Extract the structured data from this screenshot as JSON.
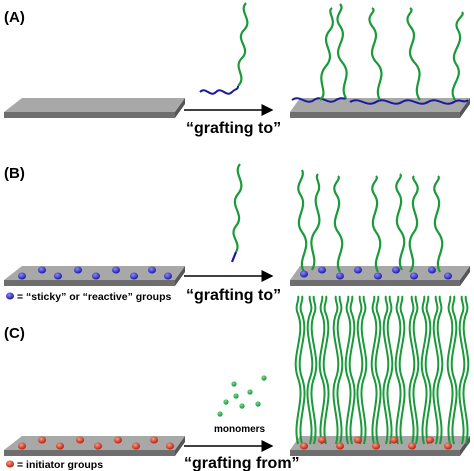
{
  "panels": {
    "a": {
      "label": "(A)",
      "method": "“grafting to”"
    },
    "b": {
      "label": "(B)",
      "method": "“grafting to”",
      "legend": "= “sticky” or “reactive” groups"
    },
    "c": {
      "label": "(C)",
      "method": "“grafting from”",
      "reagent": "monomers",
      "legend": "= initiator groups"
    }
  },
  "colors": {
    "substrate_top": "#a8a8a8",
    "substrate_front": "#6e6e6e",
    "substrate_edge": "#4a4a4a",
    "polymer_chain": "#1a9a3a",
    "anchor_segment": "#1a1a9a",
    "sticky_group": "#2a2ab8",
    "initiator_group": "#d03020",
    "monomer": "#2aaa4a",
    "arrow": "#000000"
  },
  "icons": [
    "polymer-chain",
    "substrate-slab",
    "sticky-group-dot",
    "initiator-dot",
    "monomer-dot",
    "arrow"
  ]
}
